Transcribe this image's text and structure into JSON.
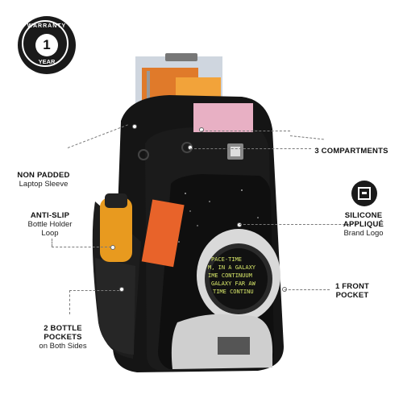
{
  "warranty": {
    "top_text": "WARRANTY",
    "number": "1",
    "unit": "YEAR"
  },
  "labels": {
    "compartments": {
      "title": "3 COMPARTMENTS"
    },
    "laptop": {
      "title": "NON PADDED",
      "subtitle": "Laptop Sleeve"
    },
    "bottle_loop": {
      "title": "ANTI-SLIP",
      "subtitle_1": "Bottle Holder",
      "subtitle_2": "Loop"
    },
    "applique": {
      "title_1": "SILICONE",
      "title_2": "APPLIQUÉ",
      "subtitle": "Brand Logo"
    },
    "front_pocket": {
      "title_1": "1 FRONT",
      "title_2": "POCKET"
    },
    "bottle_pockets": {
      "title_1": "2 BOTTLE",
      "title_2": "POCKETS",
      "subtitle": "on Both Sides"
    }
  },
  "visor_text": [
    "PACE-TIME",
    "M, IN A GALAXY",
    "IME CONTINUUM",
    "GALAXY FAR AW",
    "TIME CONTINU"
  ],
  "icons": [
    "warranty-seal-icon",
    "brand-logo-icon"
  ],
  "colors": {
    "bag": "#141414",
    "accent_orange": "#e8632a",
    "bottle": "#e89a1f"
  }
}
